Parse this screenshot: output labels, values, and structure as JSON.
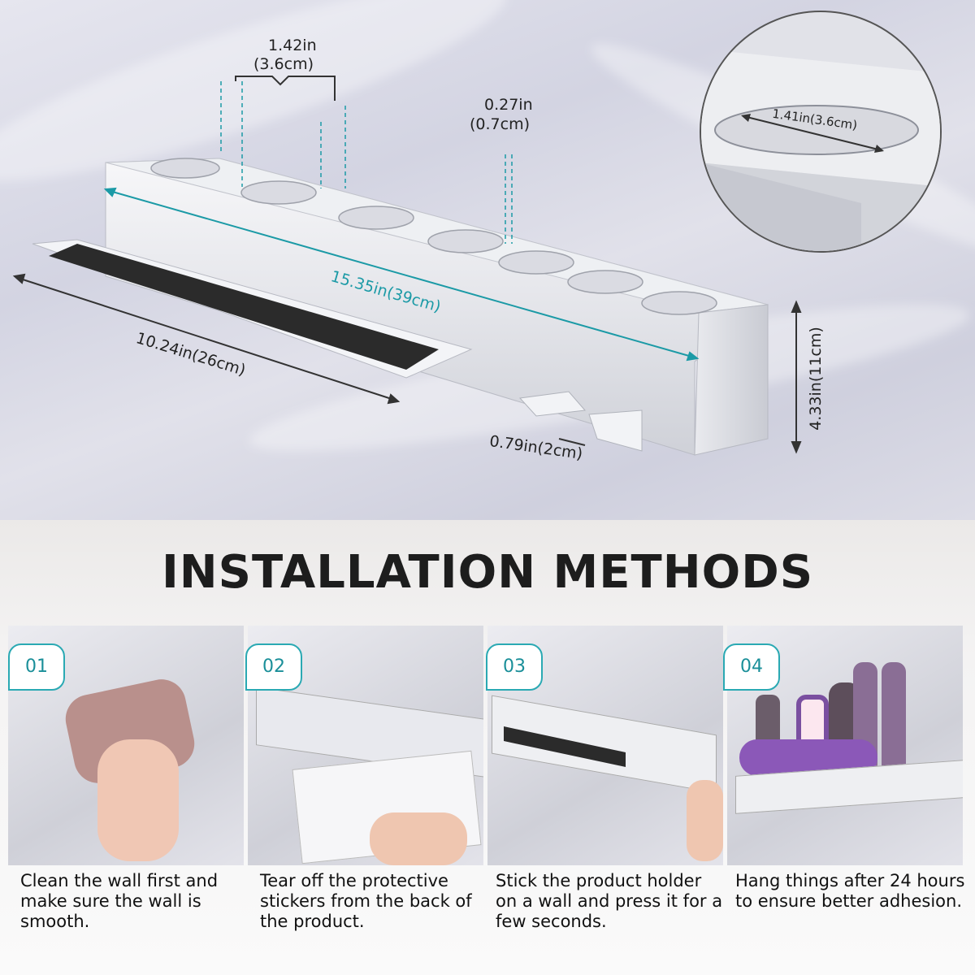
{
  "dimensions": {
    "hole_spacing": "1.42in",
    "hole_spacing_cm": "(3.6cm)",
    "wall_thickness": "0.27in",
    "wall_thickness_cm": "(0.7cm)",
    "hole_diameter": "1.41in(3.6cm)",
    "total_length": "15.35in(39cm)",
    "tray_length": "10.24in(26cm)",
    "hook_gap": "0.79in(2cm)",
    "height": "4.33in(11cm)"
  },
  "heading": "INSTALLATION METHODS",
  "steps": [
    {
      "number": "01",
      "text": "Clean the wall first and make sure the wall is smooth."
    },
    {
      "number": "02",
      "text": "Tear off the protective stickers from the back of the product."
    },
    {
      "number": "03",
      "text": "Stick the product holder on a wall and press it for a few seconds."
    },
    {
      "number": "04",
      "text": "Hang things after 24 hours to ensure better adhesion."
    }
  ],
  "colors": {
    "accent": "#1b9aa6",
    "badge_border": "#2aa9b3",
    "tray_mat": "#2b2b2b"
  }
}
